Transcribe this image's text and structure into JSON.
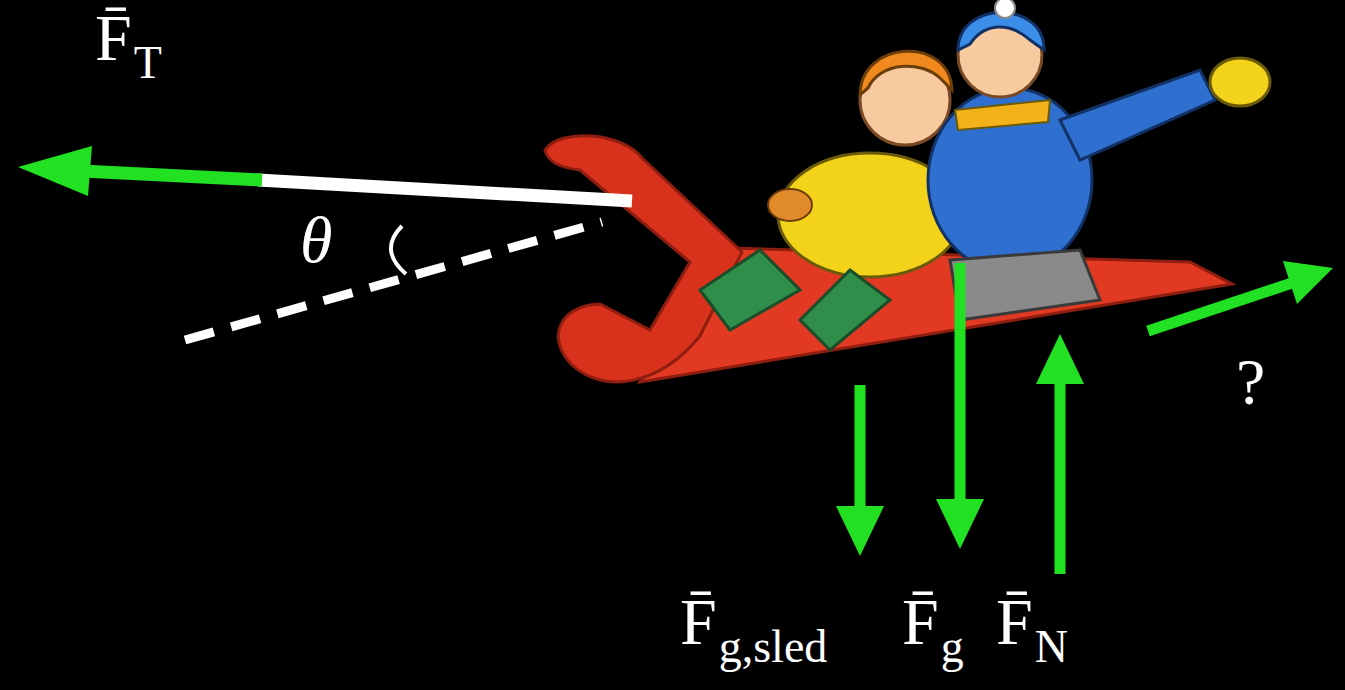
{
  "diagram": {
    "labels": [
      "F̄T",
      "θ",
      "F̄g,sled",
      "F̄g",
      "F̄N",
      "?"
    ]
  }
}
